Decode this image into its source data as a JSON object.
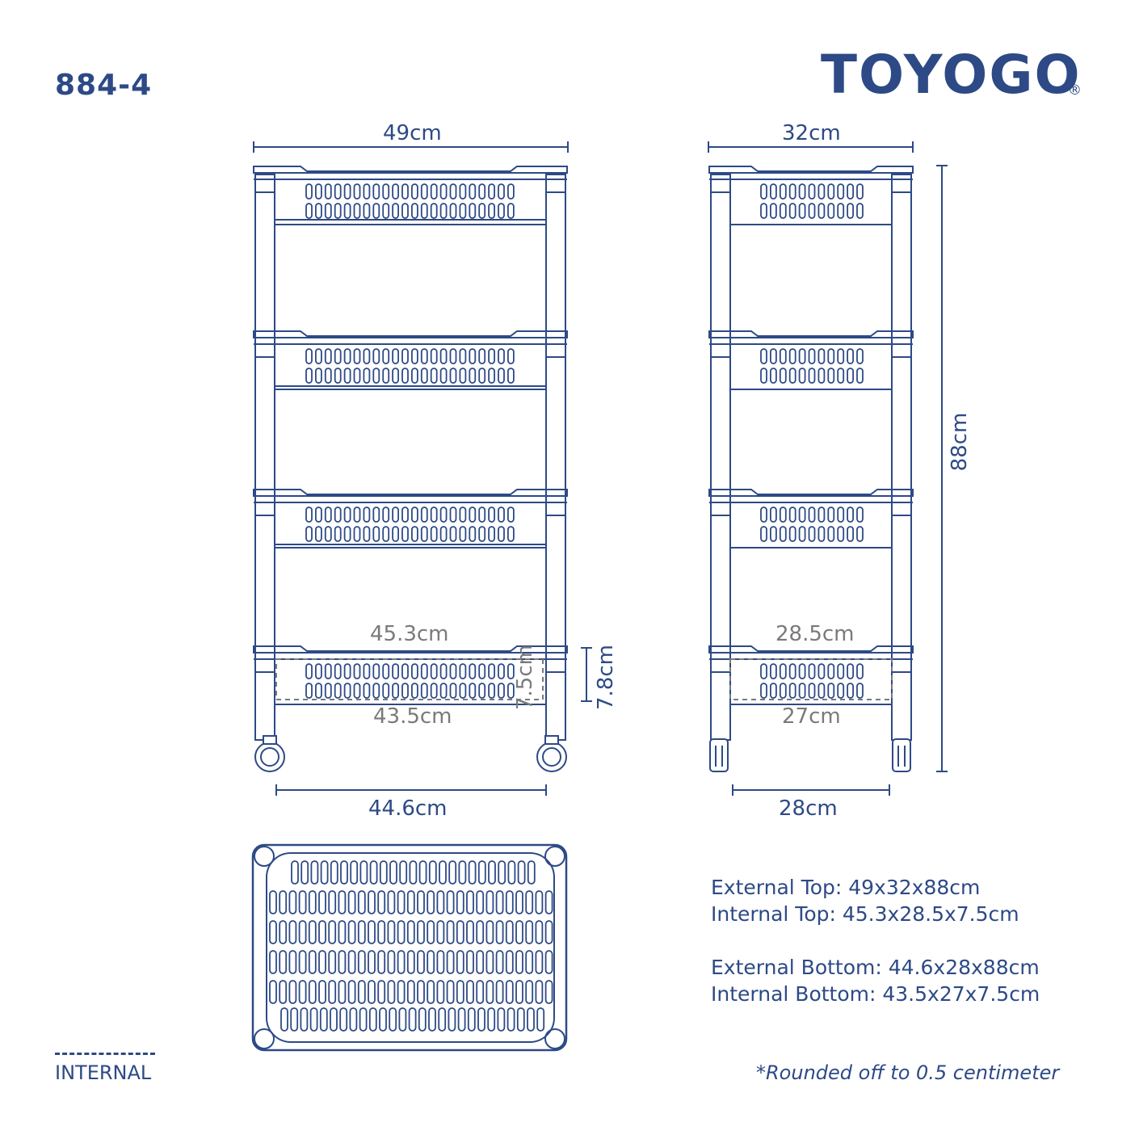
{
  "header": {
    "model_number": "884-4",
    "brand_name": "TOYOGO",
    "registered_mark": "®"
  },
  "front_view": {
    "top_width": "49cm",
    "internal_width": "45.3cm",
    "internal_height": "7.5cm",
    "external_basket_height": "7.8cm",
    "bottom_internal_width": "43.5cm",
    "bottom_width": "44.6cm"
  },
  "side_view": {
    "top_depth": "32cm",
    "internal_depth": "28.5cm",
    "bottom_internal_depth": "27cm",
    "bottom_depth": "28cm",
    "height": "88cm"
  },
  "specs": {
    "external_top": "External Top: 49x32x88cm",
    "internal_top": "Internal Top: 45.3x28.5x7.5cm",
    "external_bottom": "External Bottom: 44.6x28x88cm",
    "internal_bottom": "Internal Bottom: 43.5x27x7.5cm"
  },
  "legend": {
    "label": "INTERNAL"
  },
  "footnote": "*Rounded off to 0.5 centimeter",
  "colors": {
    "line": "#2d4a86",
    "internal": "#7a7a7a"
  },
  "icons": [
    "caster-wheel-icon"
  ]
}
